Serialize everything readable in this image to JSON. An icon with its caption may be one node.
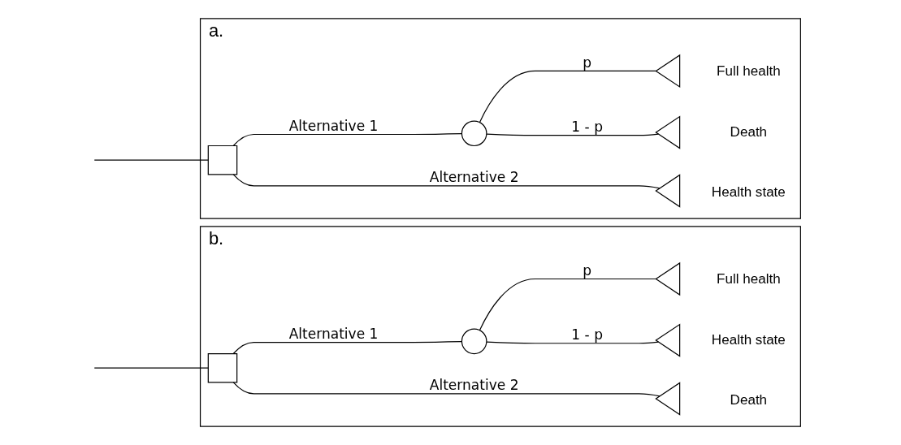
{
  "diagram": {
    "nodes": [
      {
        "text": [
          "a."
        ]
      },
      {
        "text": [],
        "shape": "box",
        "in": 0
      },
      {
        "text": [],
        "shape": "circle",
        "in": 0
      },
      {
        "text": [],
        "shape": "triangle",
        "in": 0,
        "beside": [
          "Full health"
        ]
      },
      {
        "text": [],
        "shape": "triangle",
        "in": 0,
        "beside": [
          "Death"
        ]
      },
      {
        "text": [],
        "shape": "triangle",
        "in": 0,
        "beside": [
          "Health state"
        ]
      },
      {
        "text": [
          "b."
        ]
      },
      {
        "text": [],
        "shape": "box",
        "in": 6
      },
      {
        "text": [],
        "shape": "circle",
        "in": 6
      },
      {
        "text": [],
        "shape": "triangle",
        "in": 6,
        "beside": [
          "Full health"
        ]
      },
      {
        "text": [],
        "shape": "triangle",
        "in": 6,
        "beside": [
          "Health state"
        ]
      },
      {
        "text": [],
        "shape": "triangle",
        "in": 6,
        "beside": [
          "Death"
        ]
      }
    ],
    "edges": [
      {
        "from": null,
        "to": 1,
        "arrow": "none"
      },
      {
        "from": 1,
        "to": 2,
        "arrow": "none",
        "label": "Alternative 1"
      },
      {
        "from": 2,
        "to": 3,
        "arrow": "none",
        "label": "p"
      },
      {
        "from": 2,
        "to": 4,
        "arrow": "none",
        "label": "1 - p"
      },
      {
        "from": 1,
        "to": 5,
        "arrow": "none",
        "label": "Alternative 2"
      },
      {
        "from": null,
        "to": 7,
        "arrow": "none"
      },
      {
        "from": 7,
        "to": 8,
        "arrow": "none",
        "label": "Alternative 1"
      },
      {
        "from": 8,
        "to": 9,
        "arrow": "none",
        "label": "p"
      },
      {
        "from": 8,
        "to": 10,
        "arrow": "none",
        "label": "1 - p"
      },
      {
        "from": 7,
        "to": 11,
        "arrow": "none",
        "label": "Alternative 2"
      }
    ]
  }
}
